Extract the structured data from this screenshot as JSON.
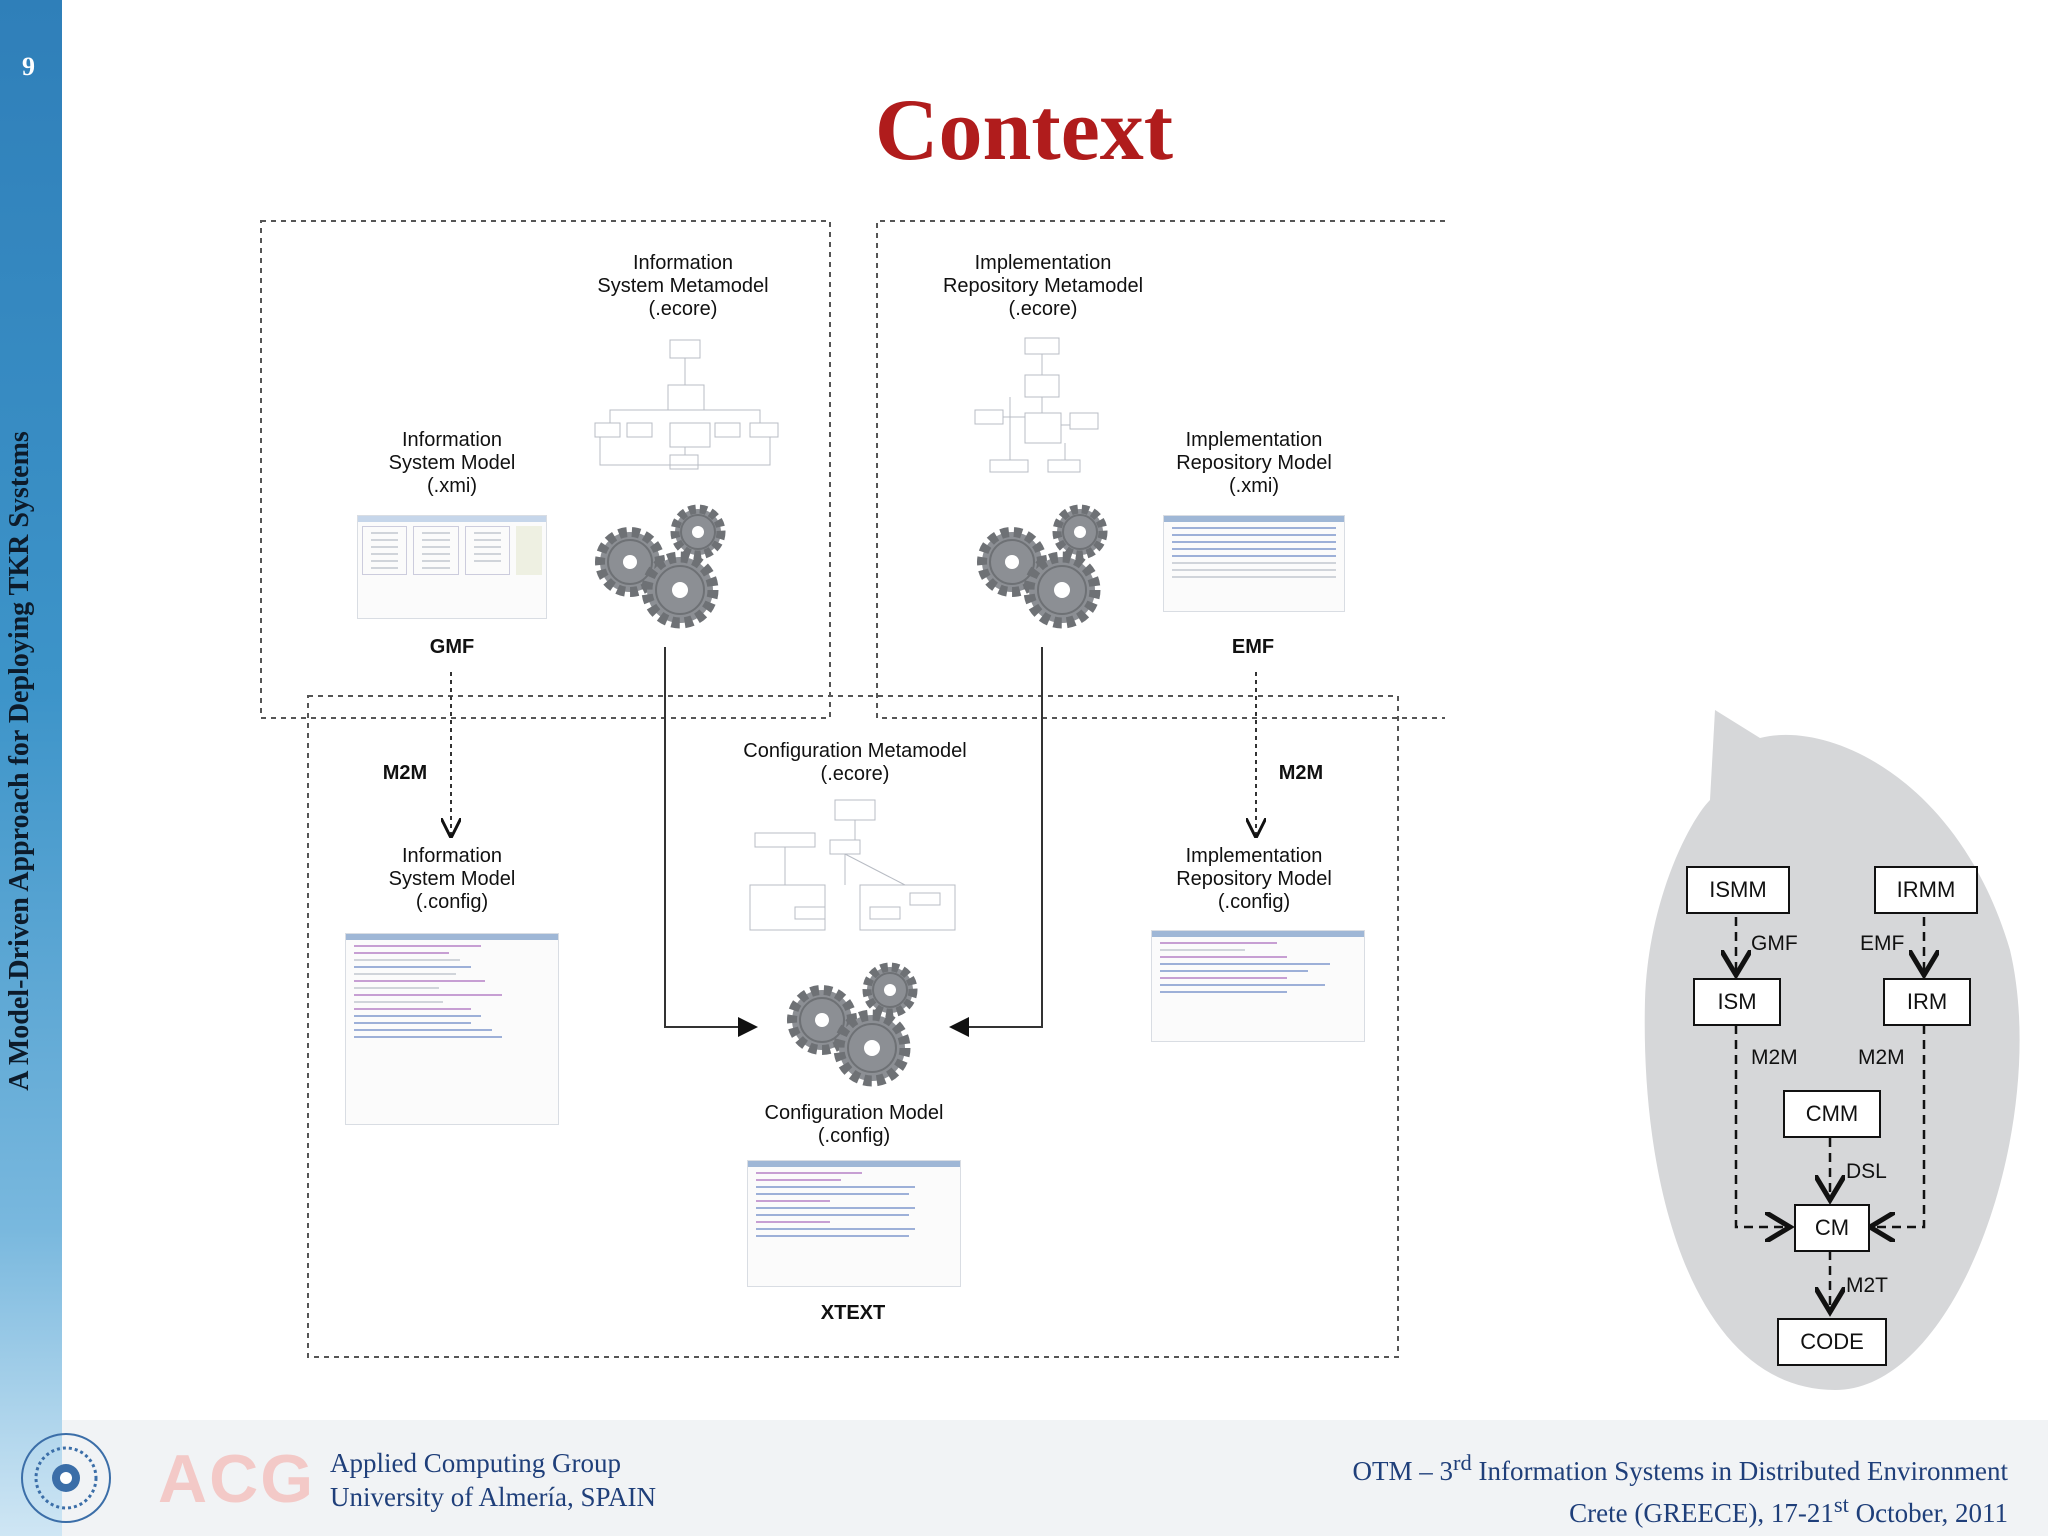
{
  "slide": {
    "page_number": "9",
    "vertical_title": "A Model-Driven Approach for Deploying TKR Systems",
    "title": "Context"
  },
  "diagram": {
    "ismm": {
      "line1": "Information",
      "line2": "System Metamodel",
      "line3": "(.ecore)"
    },
    "irmm": {
      "line1": "Implementation",
      "line2": "Repository Metamodel",
      "line3": "(.ecore)"
    },
    "ism_xmi": {
      "line1": "Information",
      "line2": "System Model",
      "line3": "(.xmi)"
    },
    "irm_xmi": {
      "line1": "Implementation",
      "line2": "Repository Model",
      "line3": "(.xmi)"
    },
    "gmf": "GMF",
    "emf": "EMF",
    "m2m_left": "M2M",
    "m2m_right": "M2M",
    "cmm": {
      "line1": "Configuration Metamodel",
      "line2": "(.ecore)"
    },
    "ism_config": {
      "line1": "Information",
      "line2": "System Model",
      "line3": "(.config)"
    },
    "irm_config": {
      "line1": "Implementation",
      "line2": "Repository Model",
      "line3": "(.config)"
    },
    "cm": {
      "line1": "Configuration Model",
      "line2": "(.config)"
    },
    "xtext": "XTEXT"
  },
  "summary": {
    "ismm": "ISMM",
    "irmm": "IRMM",
    "gmf": "GMF",
    "emf": "EMF",
    "ism": "ISM",
    "irm": "IRM",
    "m2m_left": "M2M",
    "m2m_right": "M2M",
    "cmm": "CMM",
    "dsl": "DSL",
    "cm": "CM",
    "m2t": "M2T",
    "code": "CODE"
  },
  "footer": {
    "left_line1": "Applied Computing Group",
    "left_line2": "University of Almería, SPAIN",
    "right_line1_pre": "OTM – 3",
    "right_line1_sup": "rd",
    "right_line1_post": " Information Systems in Distributed Environment",
    "right_line2_pre": "Crete (GREECE), 17-21",
    "right_line2_sup": "st",
    "right_line2_post": " October, 2011",
    "acg_logo": "ACG"
  },
  "colors": {
    "title": "#b01c1c",
    "footer_text": "#1f3f7a",
    "sidebar": "#2f7fb9"
  }
}
